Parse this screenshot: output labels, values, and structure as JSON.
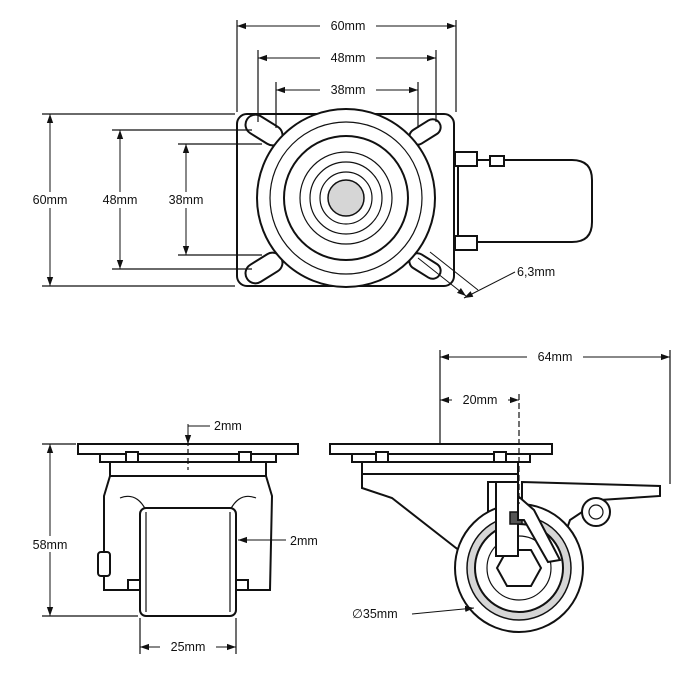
{
  "drawing": {
    "top_view": {
      "plate_width": "60mm",
      "hole_spacing_outer_w": "48mm",
      "hole_spacing_inner_w": "38mm",
      "plate_height": "60mm",
      "hole_spacing_outer_h": "48mm",
      "hole_spacing_inner_h": "38mm",
      "hole_width": "6,3mm"
    },
    "front_view": {
      "plate_thickness": "2mm",
      "overall_height": "58mm",
      "bracket_thickness": "2mm",
      "wheel_width": "25mm"
    },
    "side_view": {
      "overall_length": "64mm",
      "swivel_offset": "20mm",
      "wheel_diameter": "∅35mm"
    }
  },
  "colors": {
    "line": "#111111",
    "background": "#ffffff",
    "fill_gray": "#d6d6d6"
  }
}
